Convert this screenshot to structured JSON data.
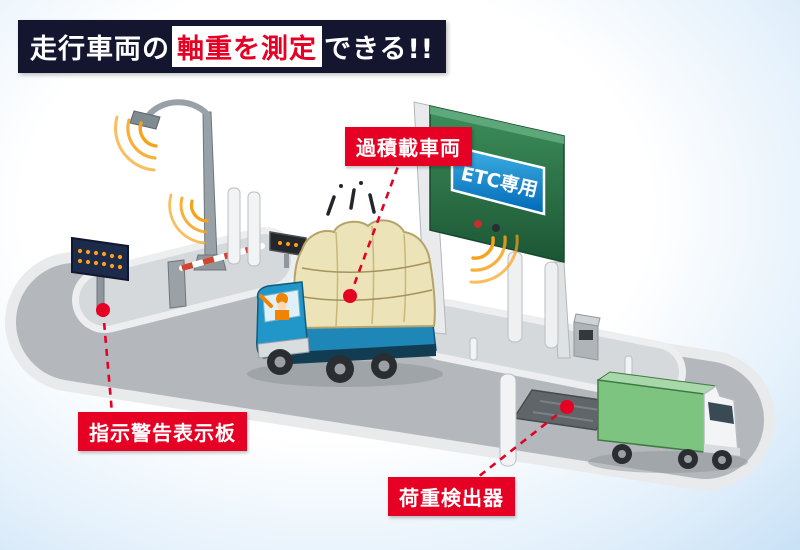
{
  "title": {
    "prefix": "走行車両の",
    "highlight": "軸重を測定",
    "suffix": "できる!!"
  },
  "labels": {
    "overloaded_vehicle": "過積載車両",
    "warning_display": "指示警告表示板",
    "load_detector": "荷重検出器"
  },
  "signs": {
    "etc_lane": "ETC専用"
  },
  "colors": {
    "label_red": "#e60023",
    "title_bg": "#14152e",
    "gantry_green": "#2b7a49",
    "etc_sign_blue": "#0068b7",
    "truck_blue": "#2196c9",
    "cargo_tan": "#ece3b8",
    "green_truck": "#7cc47f",
    "wave_orange": "#f7a21b",
    "road_gray": "#b4b8bc"
  }
}
